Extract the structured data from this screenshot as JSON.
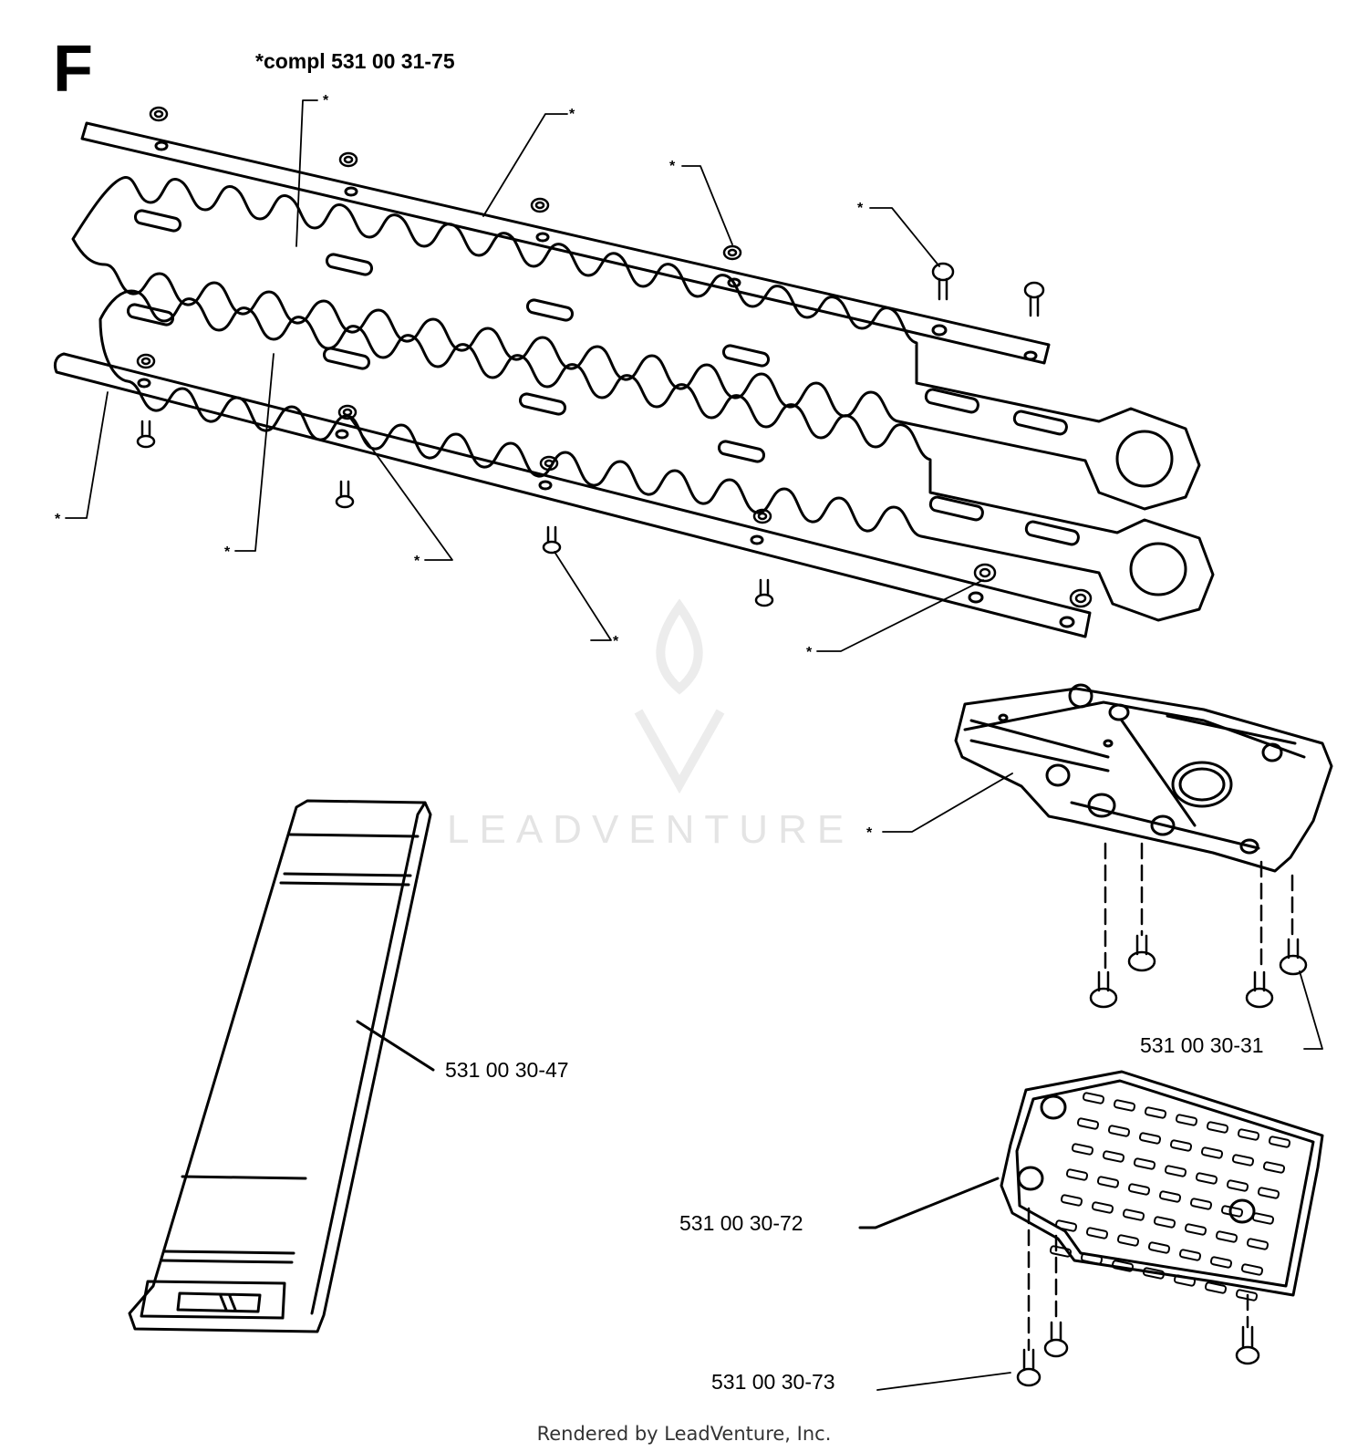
{
  "diagram": {
    "section_letter": "F",
    "assembly_label": "*compl 531 00 31-75",
    "callout_marker": "*",
    "part_numbers": {
      "scabbard": "531 00 30-47",
      "gear_screws": "531 00 30-31",
      "cover_plate": "531 00 30-72",
      "cover_screws": "531 00 30-73"
    },
    "footer": "Rendered by LeadVenture, Inc.",
    "watermark": "LEADVENTURE"
  }
}
